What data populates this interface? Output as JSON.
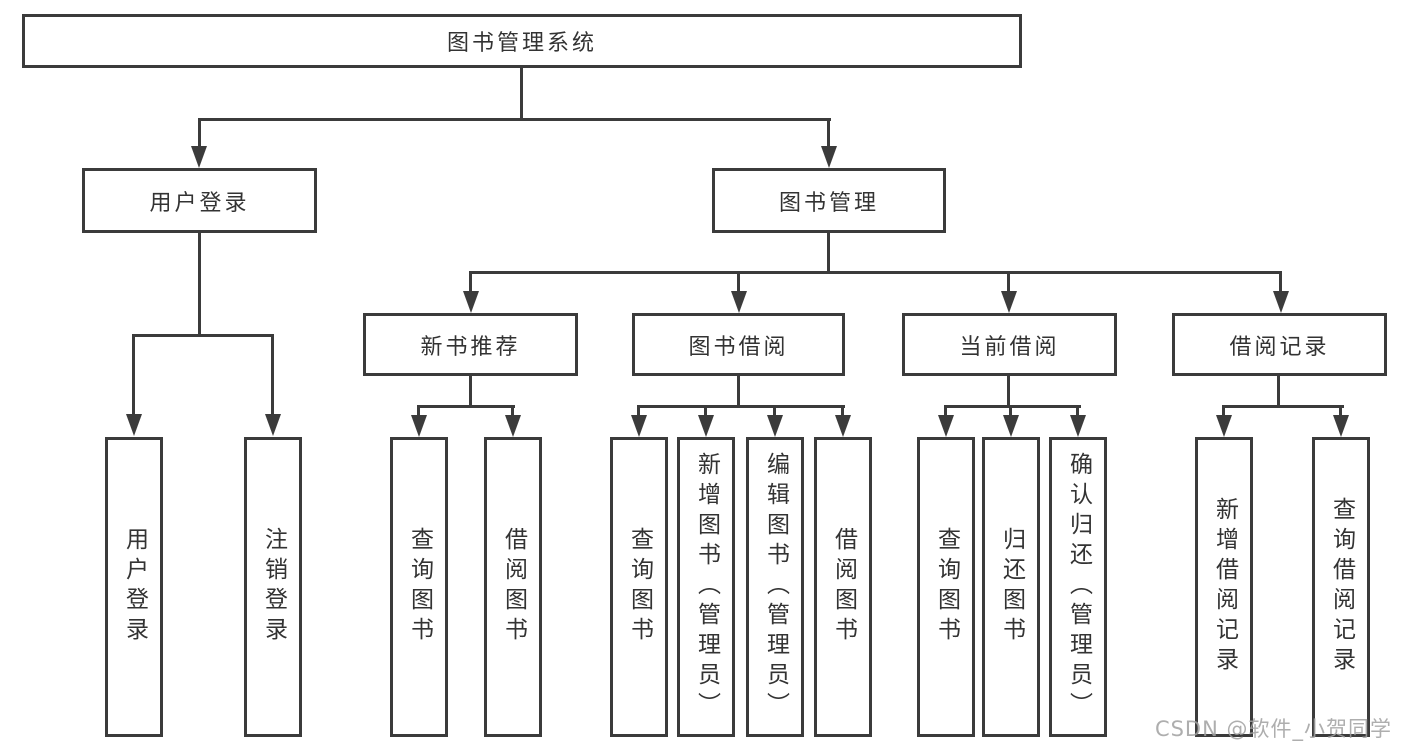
{
  "nodes": {
    "root": {
      "label": "图书管理系统"
    },
    "level1": [
      {
        "label": "用户登录"
      },
      {
        "label": "图书管理"
      }
    ],
    "level2": [
      {
        "label": "新书推荐"
      },
      {
        "label": "图书借阅"
      },
      {
        "label": "当前借阅"
      },
      {
        "label": "借阅记录"
      }
    ],
    "leaves": [
      {
        "label": "用户登录"
      },
      {
        "label": "注销登录"
      },
      {
        "label": "查询图书"
      },
      {
        "label": "借阅图书"
      },
      {
        "label": "查询图书"
      },
      {
        "label": "新增图书（管理员）"
      },
      {
        "label": "编辑图书（管理员）"
      },
      {
        "label": "借阅图书"
      },
      {
        "label": "查询图书"
      },
      {
        "label": "归还图书"
      },
      {
        "label": "确认归还（管理员）"
      },
      {
        "label": "新增借阅记录"
      },
      {
        "label": "查询借阅记录"
      }
    ]
  },
  "watermark": {
    "text": "CSDN @软件_小贺同学"
  },
  "colors": {
    "line": "#3b3b3b",
    "text": "#333333",
    "watermark": "#a0a0a0",
    "background": "#ffffff"
  }
}
